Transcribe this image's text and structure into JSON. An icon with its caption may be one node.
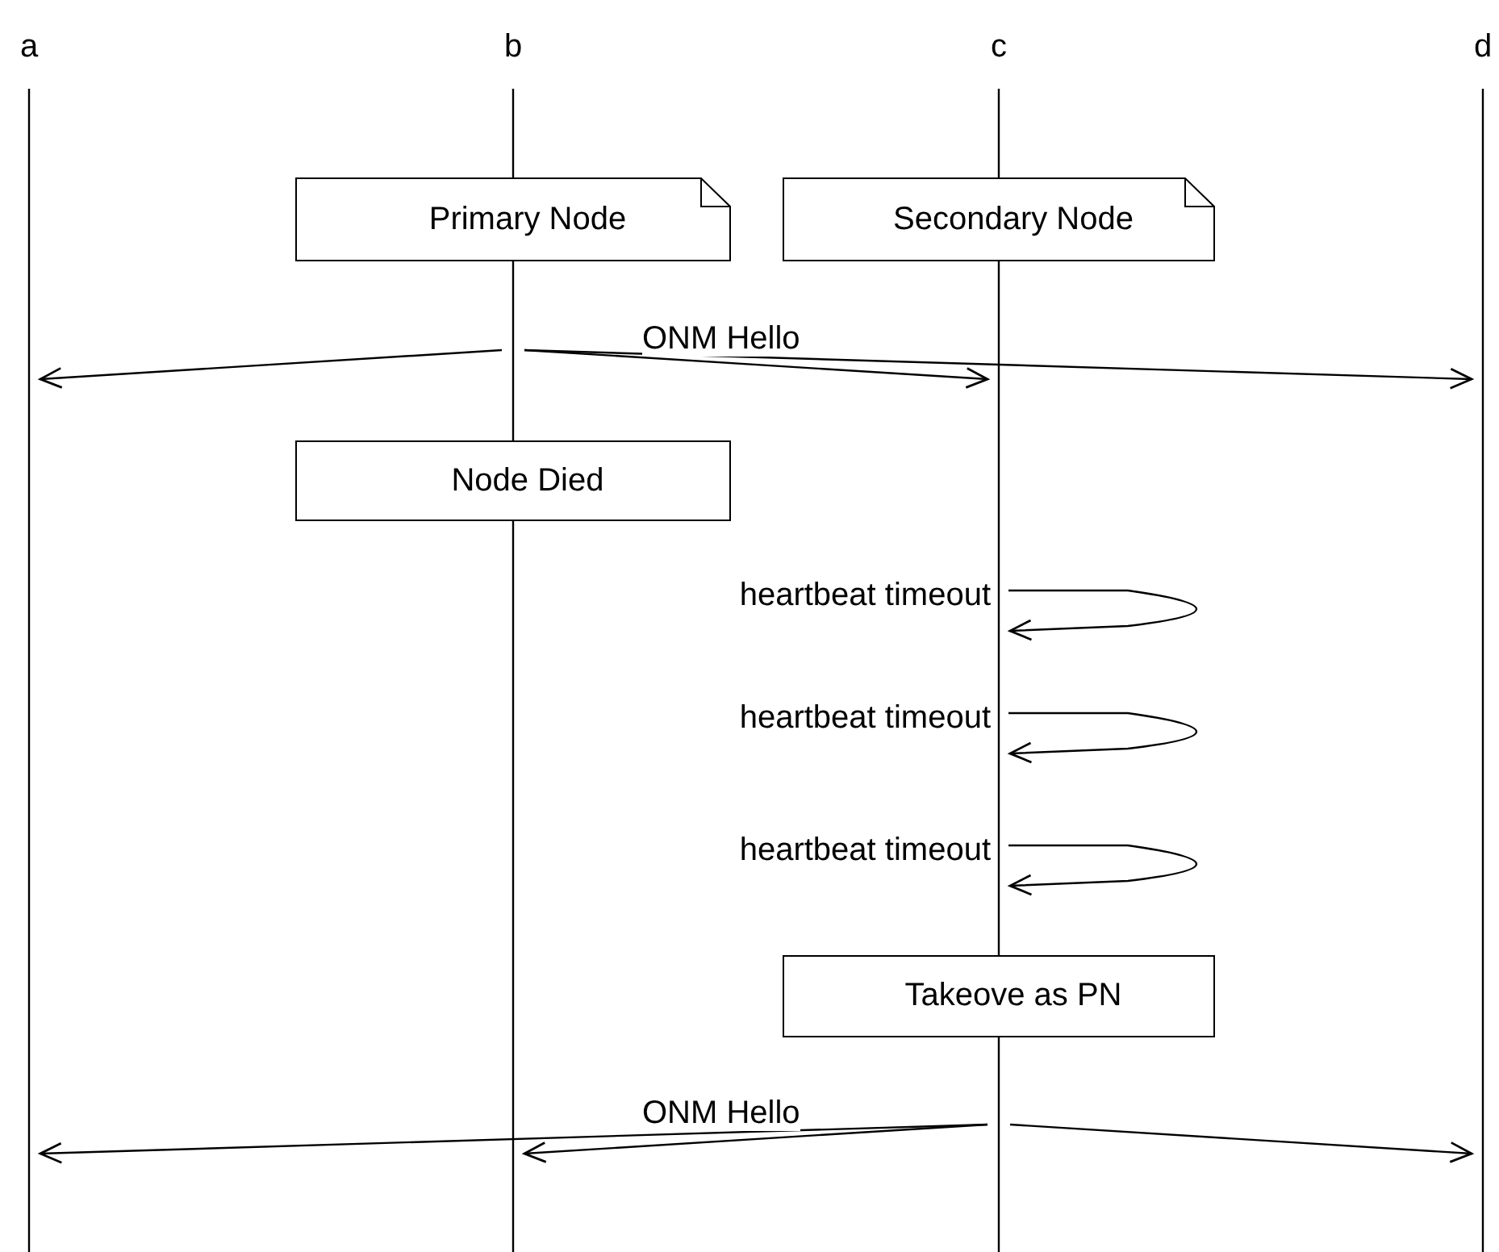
{
  "diagram": {
    "nodes": [
      {
        "text": [
          "a"
        ]
      },
      {
        "text": [
          "b"
        ]
      },
      {
        "text": [
          "c"
        ]
      },
      {
        "text": [
          "d"
        ]
      },
      {
        "text": [
          "Primary Node"
        ]
      },
      {
        "text": [
          "Secondary Node"
        ]
      },
      {
        "text": [
          "Node Died"
        ]
      },
      {
        "text": [
          "Takeove as PN"
        ]
      }
    ],
    "edges": [
      {
        "from": 1,
        "to": 0,
        "arrow": "to"
      },
      {
        "from": 1,
        "to": 2,
        "arrow": "to",
        "label": "ONM Hello"
      },
      {
        "from": 1,
        "to": 3,
        "arrow": "to"
      },
      {
        "from": 2,
        "to": 2,
        "arrow": "to",
        "label": "heartbeat timeout"
      },
      {
        "from": 2,
        "to": 2,
        "arrow": "to",
        "label": "heartbeat timeout"
      },
      {
        "from": 2,
        "to": 2,
        "arrow": "to",
        "label": "heartbeat timeout"
      },
      {
        "from": 2,
        "to": 0,
        "arrow": "to",
        "label": "ONM Hello"
      },
      {
        "from": 2,
        "to": 1,
        "arrow": "to"
      },
      {
        "from": 2,
        "to": 3,
        "arrow": "to"
      }
    ]
  }
}
